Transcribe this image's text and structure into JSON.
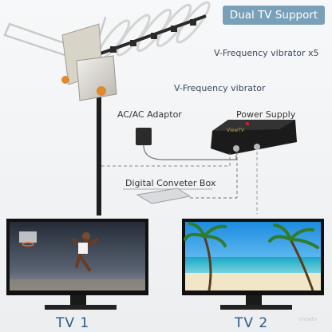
{
  "header": {
    "title": "Dual TV Support"
  },
  "labels": {
    "vibrator_x5": "V-Frequency vibrator x5",
    "vibrator": "V-Frequency vibrator",
    "adaptor": "AC/AC Adaptor",
    "power_supply": "Power Supply",
    "converter_box": "Digital Conveter Box",
    "power_supply_brand": "ViewTV"
  },
  "tvs": [
    {
      "label": "TV  1",
      "screen": "basketball player dunking"
    },
    {
      "label": "TV  2",
      "screen": "tropical beach with palm trees"
    }
  ],
  "watermark": "Viewtv",
  "colors": {
    "badge": "#7a9fb8",
    "label_text": "#3a4a5c",
    "tv_label": "#2b5a86",
    "knobs": "#e08a2e"
  }
}
